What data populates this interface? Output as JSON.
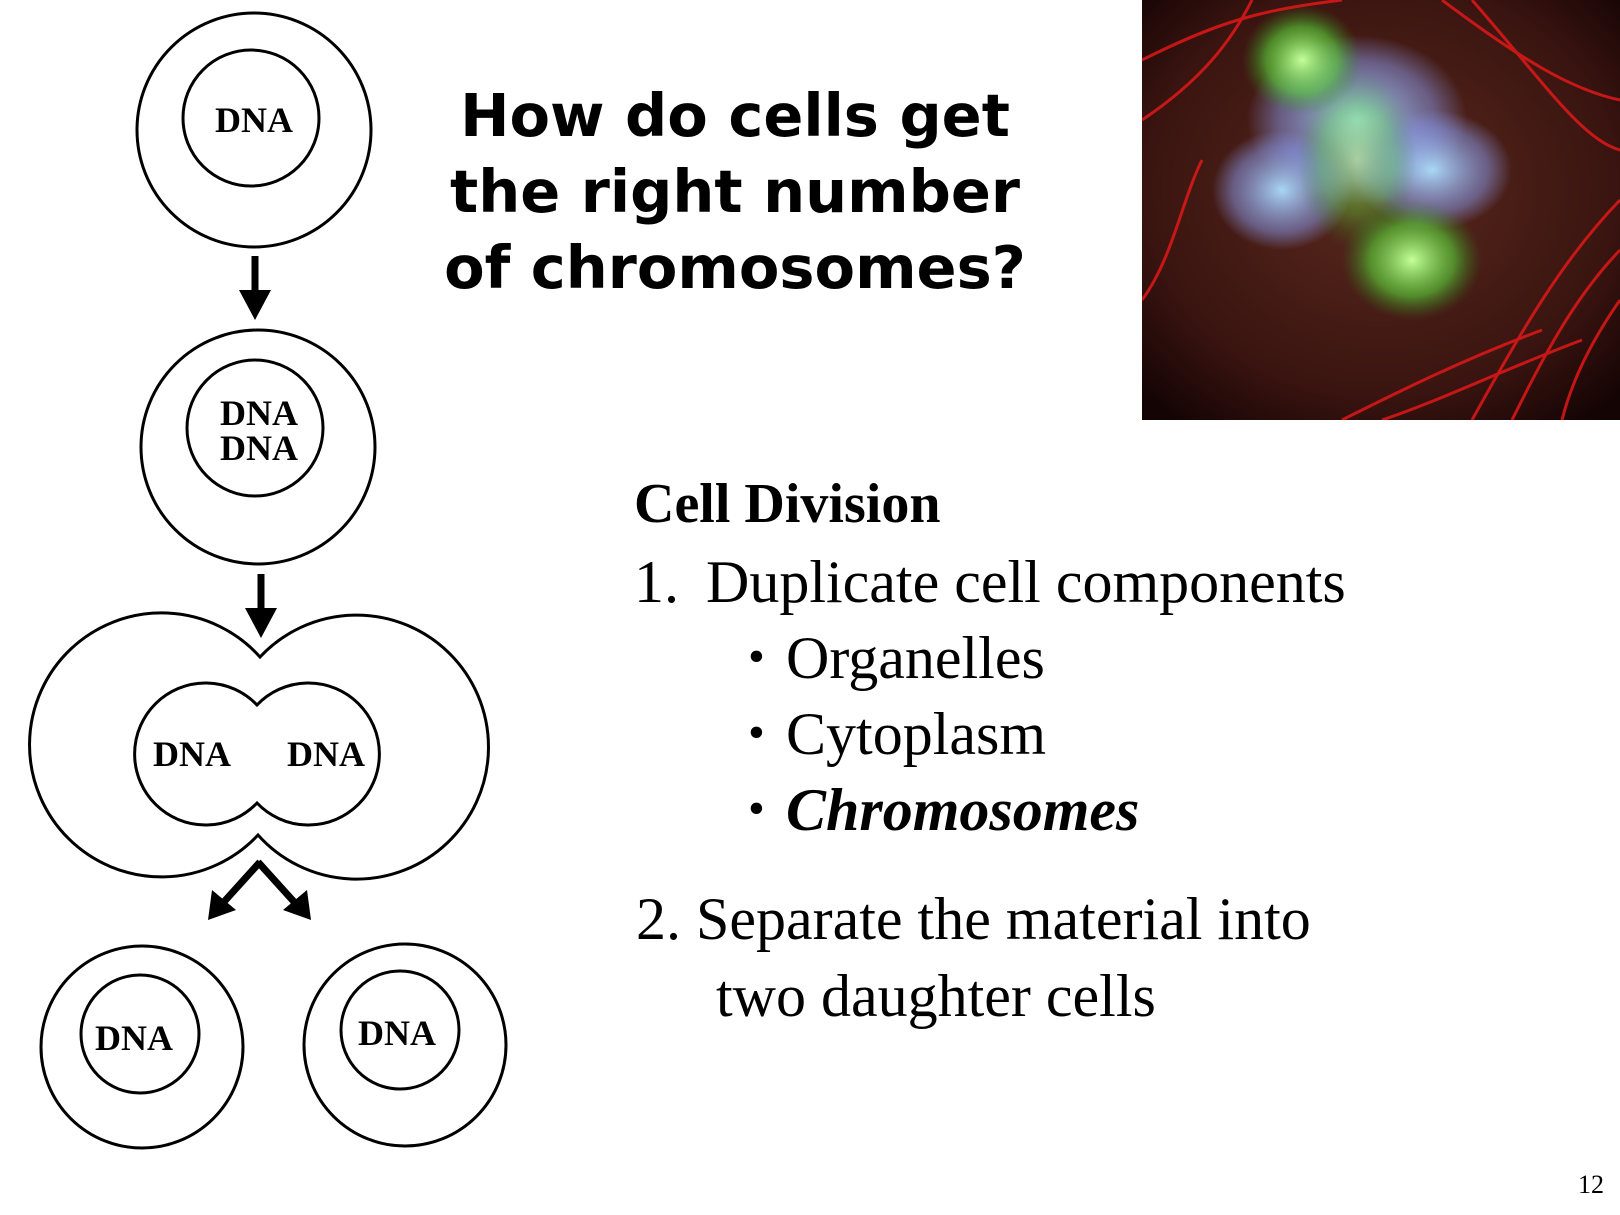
{
  "title": {
    "line1": "How do cells get",
    "line2": "the right number",
    "line3": "of chromosomes?"
  },
  "diagram": {
    "dna_label": "DNA"
  },
  "photo": {
    "description_icon": "mitosis-fluorescence-micrograph"
  },
  "content": {
    "heading": "Cell Division",
    "step1_number": "1.",
    "step1_text": "Duplicate cell components",
    "bullets": [
      "Organelles",
      "Cytoplasm",
      "Chromosomes"
    ],
    "step2_line1": "2. Separate the material into",
    "step2_line2": "two daughter cells"
  },
  "page_number": "12"
}
